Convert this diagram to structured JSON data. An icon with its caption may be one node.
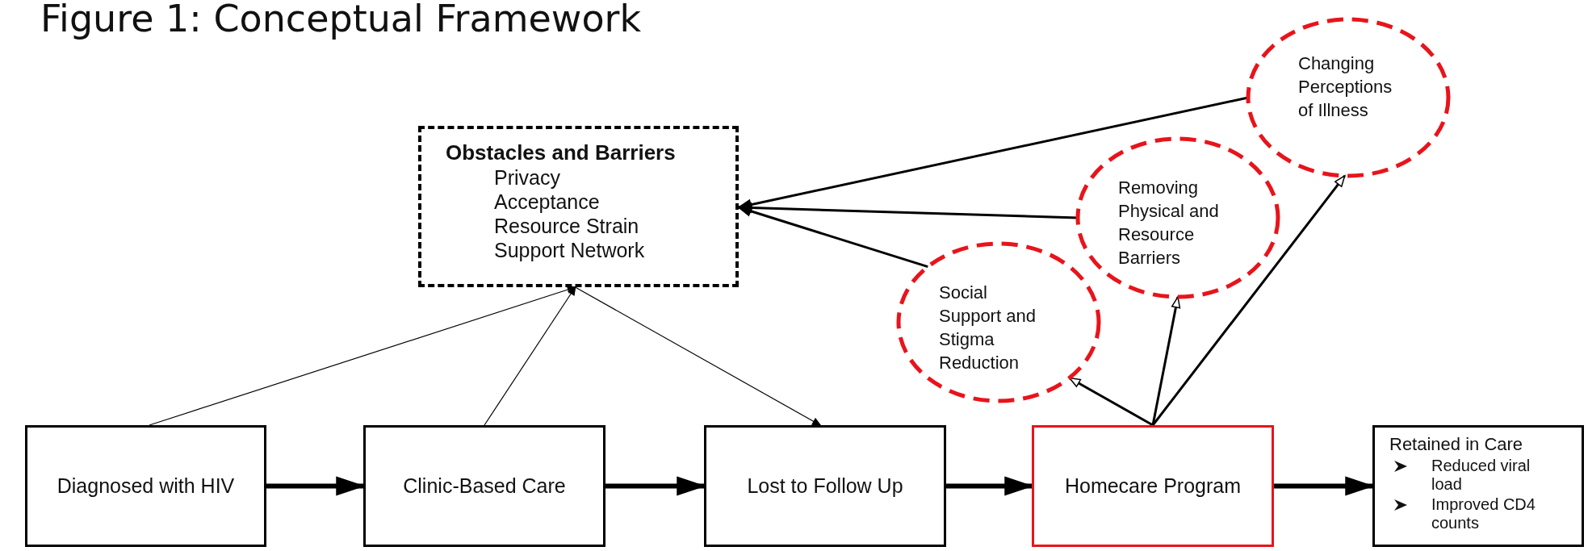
{
  "diagram": {
    "title": "Figure 1: Conceptual Framework",
    "nodes": [
      {
        "text": [
          "Obstacles and Barriers",
          "Privacy",
          "Acceptance",
          "Resource Strain",
          "Support Network"
        ]
      },
      {
        "text": [
          "Changing Perceptions of Illness"
        ]
      },
      {
        "text": [
          "Removing Physical and Resource Barriers"
        ]
      },
      {
        "text": [
          "Social Support and Stigma Reduction"
        ]
      },
      {
        "text": [
          "Diagnosed with HIV"
        ]
      },
      {
        "text": [
          "Clinic-Based Care"
        ]
      },
      {
        "text": [
          "Lost to Follow Up"
        ]
      },
      {
        "text": [
          "Homecare Program"
        ]
      },
      {
        "text": [
          "Retained in Care",
          "Reduced viral load",
          "Improved CD4 counts"
        ]
      }
    ],
    "edges": [
      {
        "from": 4,
        "to": 0,
        "arrow": "to"
      },
      {
        "from": 5,
        "to": 0,
        "arrow": "to"
      },
      {
        "from": 0,
        "to": 6,
        "arrow": "to"
      },
      {
        "from": 4,
        "to": 5,
        "arrow": "to",
        "style": "thick"
      },
      {
        "from": 5,
        "to": 6,
        "arrow": "to",
        "style": "thick"
      },
      {
        "from": 6,
        "to": 7,
        "arrow": "to",
        "style": "thick"
      },
      {
        "from": 7,
        "to": 8,
        "arrow": "to",
        "style": "thick"
      },
      {
        "from": 7,
        "to": 3,
        "arrow": "to"
      },
      {
        "from": 7,
        "to": 2,
        "arrow": "to"
      },
      {
        "from": 7,
        "to": 1,
        "arrow": "to"
      },
      {
        "from": 3,
        "to": 0,
        "arrow": "to"
      },
      {
        "from": 2,
        "to": 0,
        "arrow": "to"
      },
      {
        "from": 1,
        "to": 0,
        "arrow": "to"
      }
    ]
  }
}
